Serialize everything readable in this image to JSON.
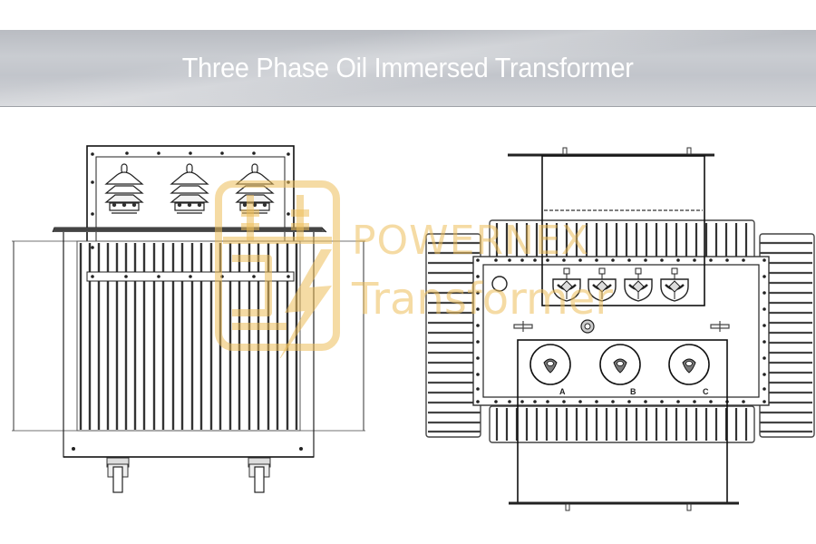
{
  "banner": {
    "title": "Three Phase Oil Immersed Transformer"
  },
  "watermark": {
    "brand_line1": "POWERNEX",
    "brand_line2": "Transformer",
    "logo_icon": "transformer-lightning-logo-icon",
    "color": "#ECBE5A"
  },
  "colors": {
    "banner_bg": "#C4C7CC",
    "banner_text": "#FFFFFF",
    "line": "#222222",
    "background": "#FFFFFF"
  },
  "views": {
    "front_view": {
      "bushings": 3,
      "casters": 2
    },
    "top_view": {
      "lv_terminals": 4,
      "hv_bushings": 3,
      "phase_labels": [
        "A",
        "B",
        "C"
      ]
    }
  }
}
